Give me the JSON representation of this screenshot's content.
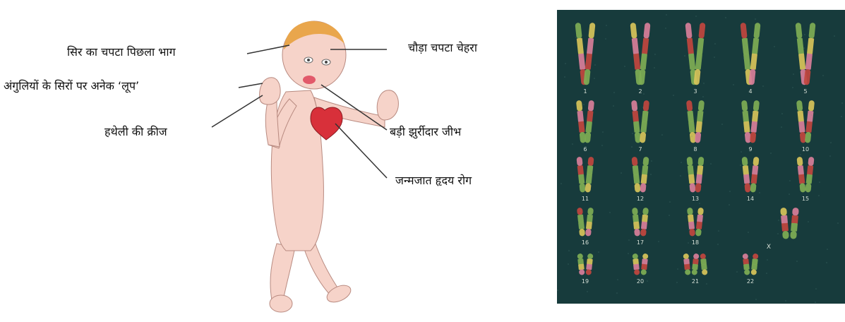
{
  "figure": {
    "illustration": "infant-with-down-syndrome-features",
    "photo": "karyotype-trisomy-21"
  },
  "labels": {
    "flat_back_of_head": "सिर का चपटा पिछला भाग",
    "fingertip_loops": "अंगुलियों के सिरों पर अनेक ‘लूप’",
    "palm_crease": "हथेली की क्रीज",
    "broad_flat_face": "चौड़ा चपटा चेहरा",
    "big_wrinkled_tongue": "बड़ी झुर्रीदार जीभ",
    "congenital_heart_disease": "जन्मजात हृदय रोग"
  },
  "karyotype": {
    "pair_numbers": [
      "1",
      "2",
      "3",
      "4",
      "5",
      "6",
      "7",
      "8",
      "9",
      "10",
      "11",
      "12",
      "13",
      "14",
      "15",
      "16",
      "17",
      "18",
      "19",
      "20",
      "21",
      "22"
    ],
    "sex_chromosome_label": "X",
    "colors": {
      "background": "#173b3c",
      "band_green": "#7fae55",
      "band_yellow": "#d8c45a",
      "band_pink": "#d97f9a",
      "band_red": "#c2463f"
    }
  },
  "colors": {
    "skin": "#f6d3c9",
    "hair": "#e9a64c",
    "heart": "#d8303a",
    "leader_line": "#333333"
  }
}
